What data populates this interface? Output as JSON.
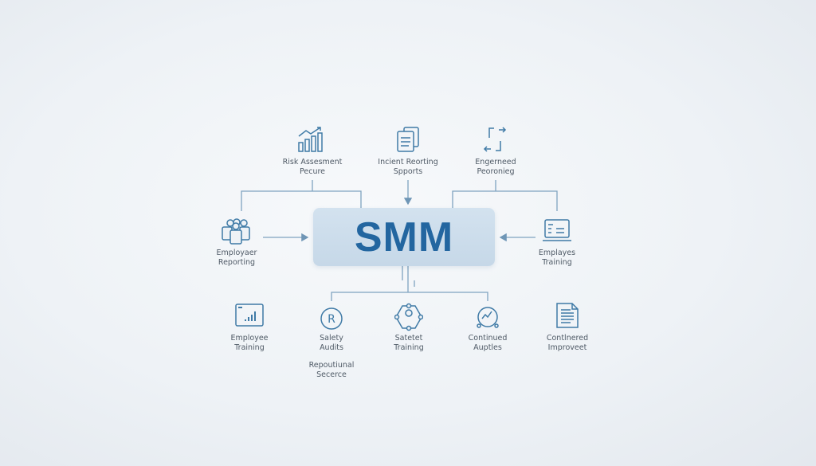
{
  "center": {
    "label": "SMM"
  },
  "top_nodes": [
    {
      "line1": "Risk Assesment",
      "line2": "Pecure",
      "icon": "bar-chart-trend-icon"
    },
    {
      "line1": "Incient Reorting",
      "line2": "Spports",
      "icon": "documents-icon"
    },
    {
      "line1": "Engerneed",
      "line2": "Peoronieg",
      "icon": "cycle-arrows-icon"
    }
  ],
  "side_nodes": [
    {
      "line1": "Employaer",
      "line2": "Reporting",
      "icon": "people-group-icon"
    },
    {
      "line1": "Emplayes",
      "line2": "Training",
      "icon": "laptop-icon"
    }
  ],
  "bottom_nodes": [
    {
      "line1": "Employee",
      "line2": "Training",
      "icon": "chart-screen-icon"
    },
    {
      "line1": "Salety",
      "line2": "Audits",
      "icon": "registered-circle-icon"
    },
    {
      "line1": "Satetet",
      "line2": "Training",
      "icon": "network-cycle-icon"
    },
    {
      "line1": "Continued",
      "line2": "Auptles",
      "icon": "gauge-icon"
    },
    {
      "line1": "Contlnered",
      "line2": "Improveet",
      "icon": "document-icon"
    }
  ],
  "extra_node": {
    "line1": "Repoutiunal",
    "line2": "Secerce"
  },
  "colors": {
    "accent": "#2366a0",
    "line": "#7fa3c0",
    "icon": "#3f7aa6"
  }
}
